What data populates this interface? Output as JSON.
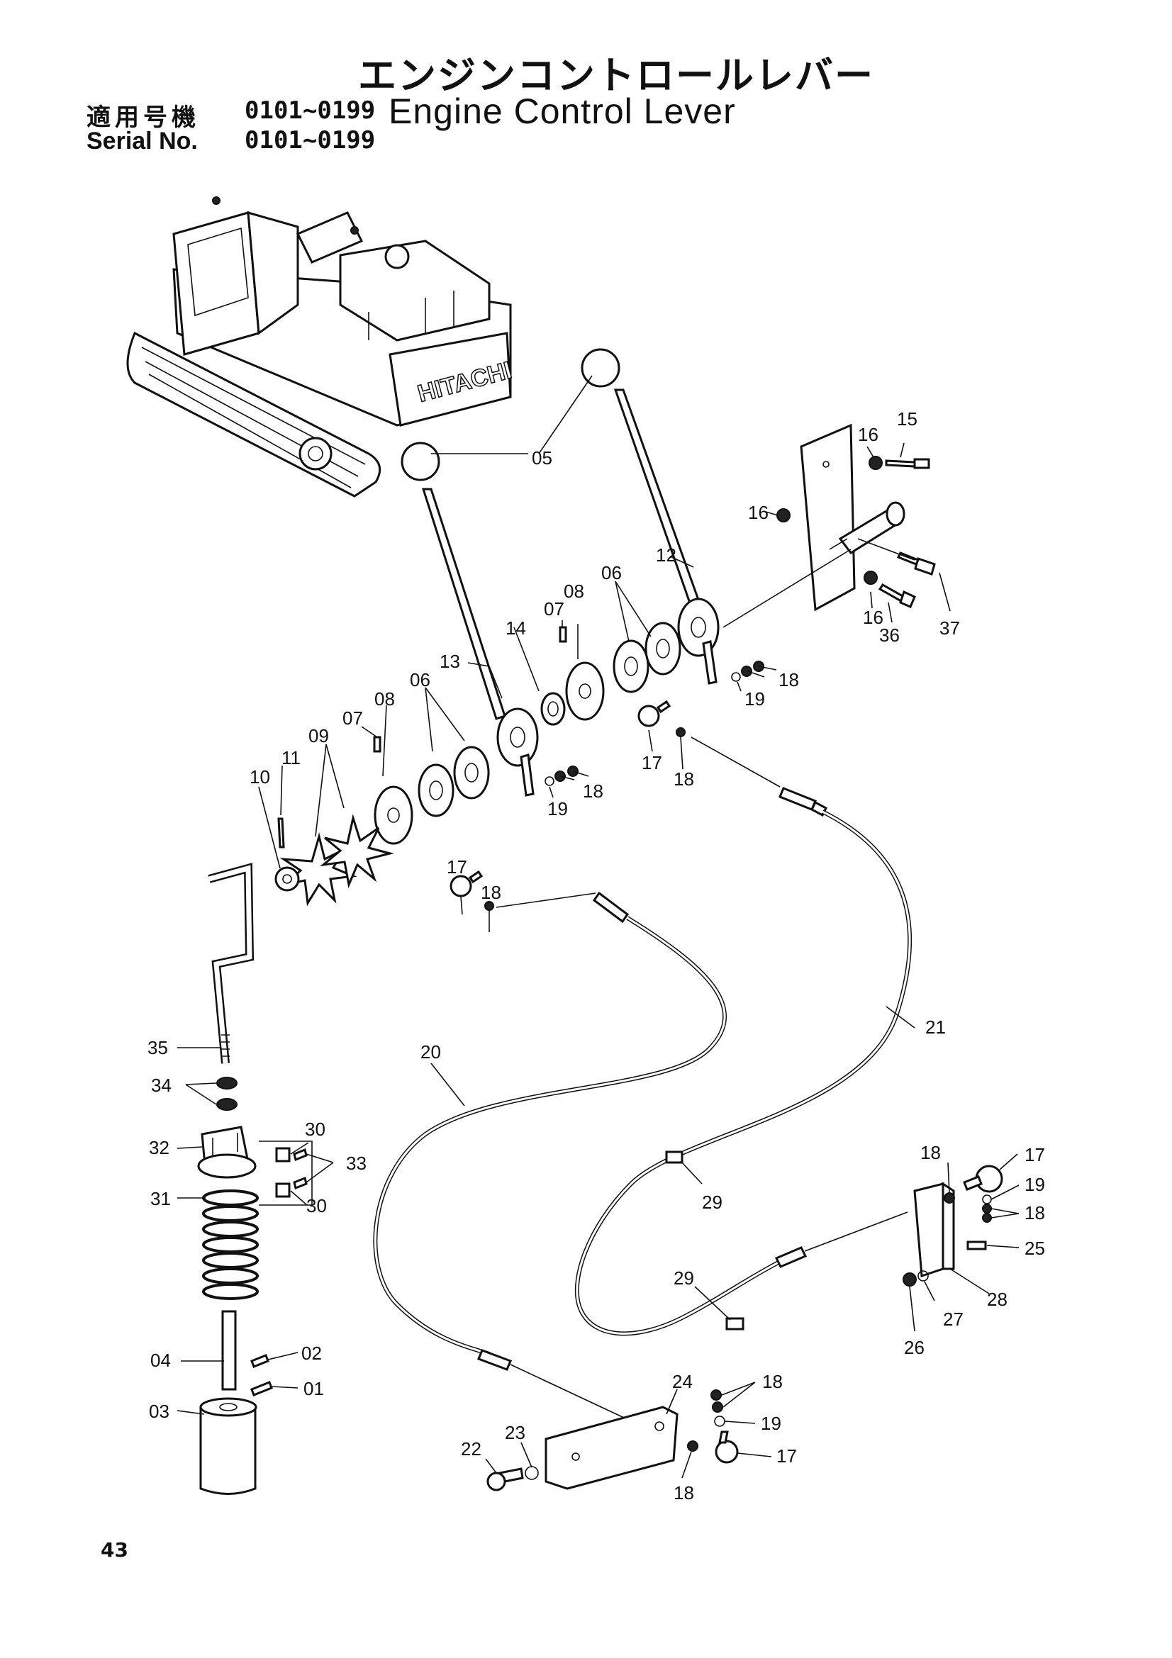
{
  "header": {
    "title_jp": "エンジンコントロールレバー",
    "title_en": "Engine Control  Lever",
    "serial_jp_label": "適用号機",
    "serial_jp_range": "0101~0199",
    "serial_en_label": "Serial No.",
    "serial_en_range": "0101~0199"
  },
  "machine_brand": "HITACHI",
  "page_number": "43",
  "callouts": {
    "c05": "05",
    "c16a": "16",
    "c15": "15",
    "c16b": "16",
    "c12": "12",
    "c16c": "16",
    "c36": "36",
    "c37": "37",
    "c06a": "06",
    "c08a": "08",
    "c07a": "07",
    "c14": "14",
    "c13": "13",
    "c06b": "06",
    "c08b": "08",
    "c07b": "07",
    "c09": "09",
    "c10": "10",
    "c11": "11",
    "c19a": "19",
    "c18a": "18",
    "c17a": "17",
    "c18b": "18",
    "c19b": "19",
    "c18c": "18",
    "c17b": "17",
    "c18d": "18",
    "c35": "35",
    "c34": "34",
    "c32": "32",
    "c30a": "30",
    "c33": "33",
    "c30b": "30",
    "c31": "31",
    "c04": "04",
    "c02": "02",
    "c01": "01",
    "c03": "03",
    "c20": "20",
    "c21": "21",
    "c29a": "29",
    "c29b": "29",
    "c18e": "18",
    "c17c": "17",
    "c19c": "19",
    "c18f": "18",
    "c25": "25",
    "c28": "28",
    "c27": "27",
    "c26": "26",
    "c24": "24",
    "c18g": "18",
    "c19d": "19",
    "c17d": "17",
    "c23": "23",
    "c22": "22",
    "c18h": "18"
  }
}
